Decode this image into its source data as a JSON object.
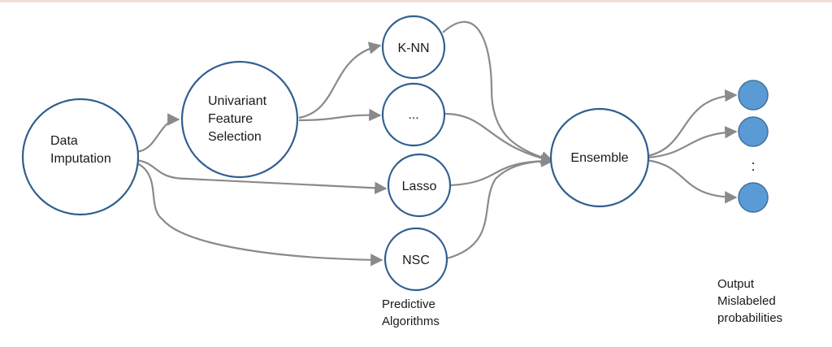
{
  "nodes": {
    "data_imputation": [
      "Data",
      "Imputation"
    ],
    "feature_selection": [
      "Univariant",
      "Feature",
      "Selection"
    ],
    "knn": "K-NN",
    "ellipsis": "...",
    "lasso": "Lasso",
    "nsc": "NSC",
    "ensemble": "Ensemble",
    "output_dots": ":"
  },
  "captions": {
    "predictive": [
      "Predictive",
      "Algorithms"
    ],
    "output": [
      "Output",
      "Mislabeled",
      "probabilities"
    ]
  },
  "colors": {
    "node_stroke": "#2f5f8f",
    "edge": "#8a8a8a",
    "output_fill": "#5b9bd5",
    "output_stroke": "#41719c"
  }
}
